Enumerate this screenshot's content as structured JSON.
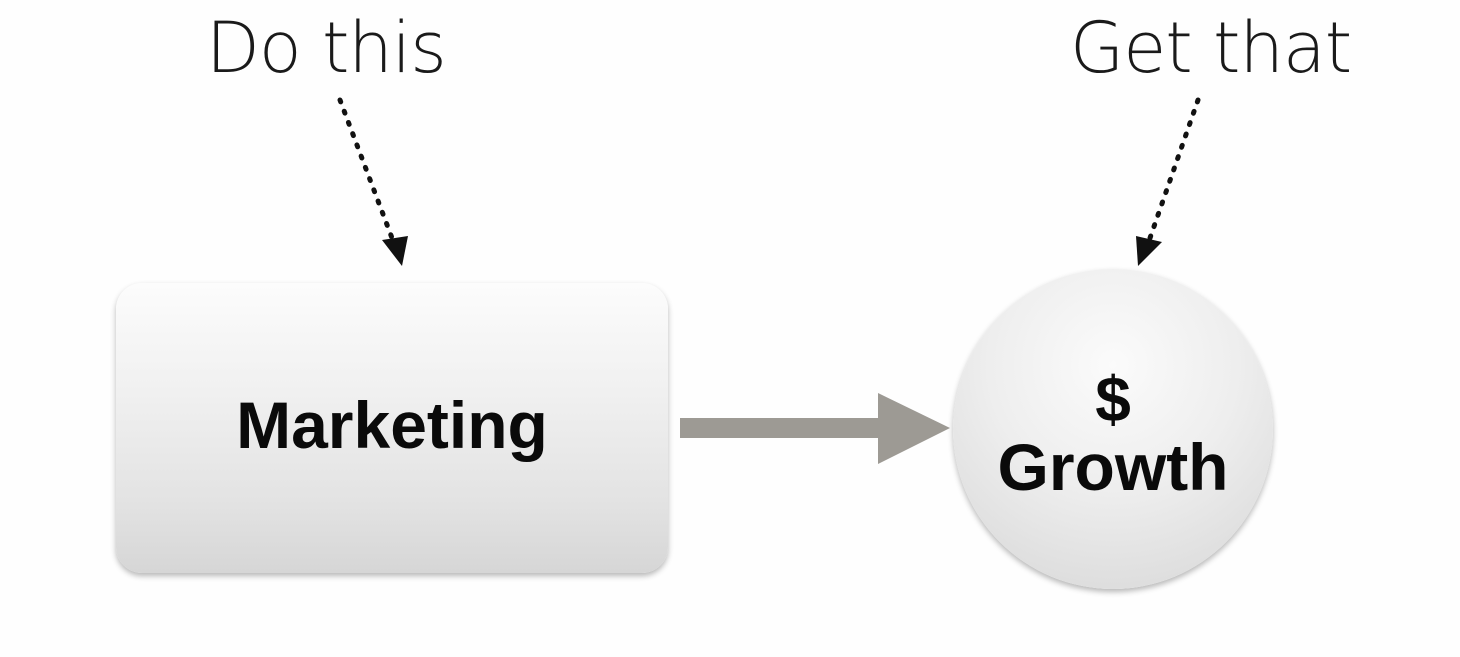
{
  "diagram": {
    "caption_left": "Do this",
    "caption_right": "Get that",
    "box_label": "Marketing",
    "circle_symbol": "$",
    "circle_label": "Growth"
  },
  "colors": {
    "arrow": "#9d9a94",
    "pointer": "#111111",
    "text": "#0a0a0a"
  }
}
